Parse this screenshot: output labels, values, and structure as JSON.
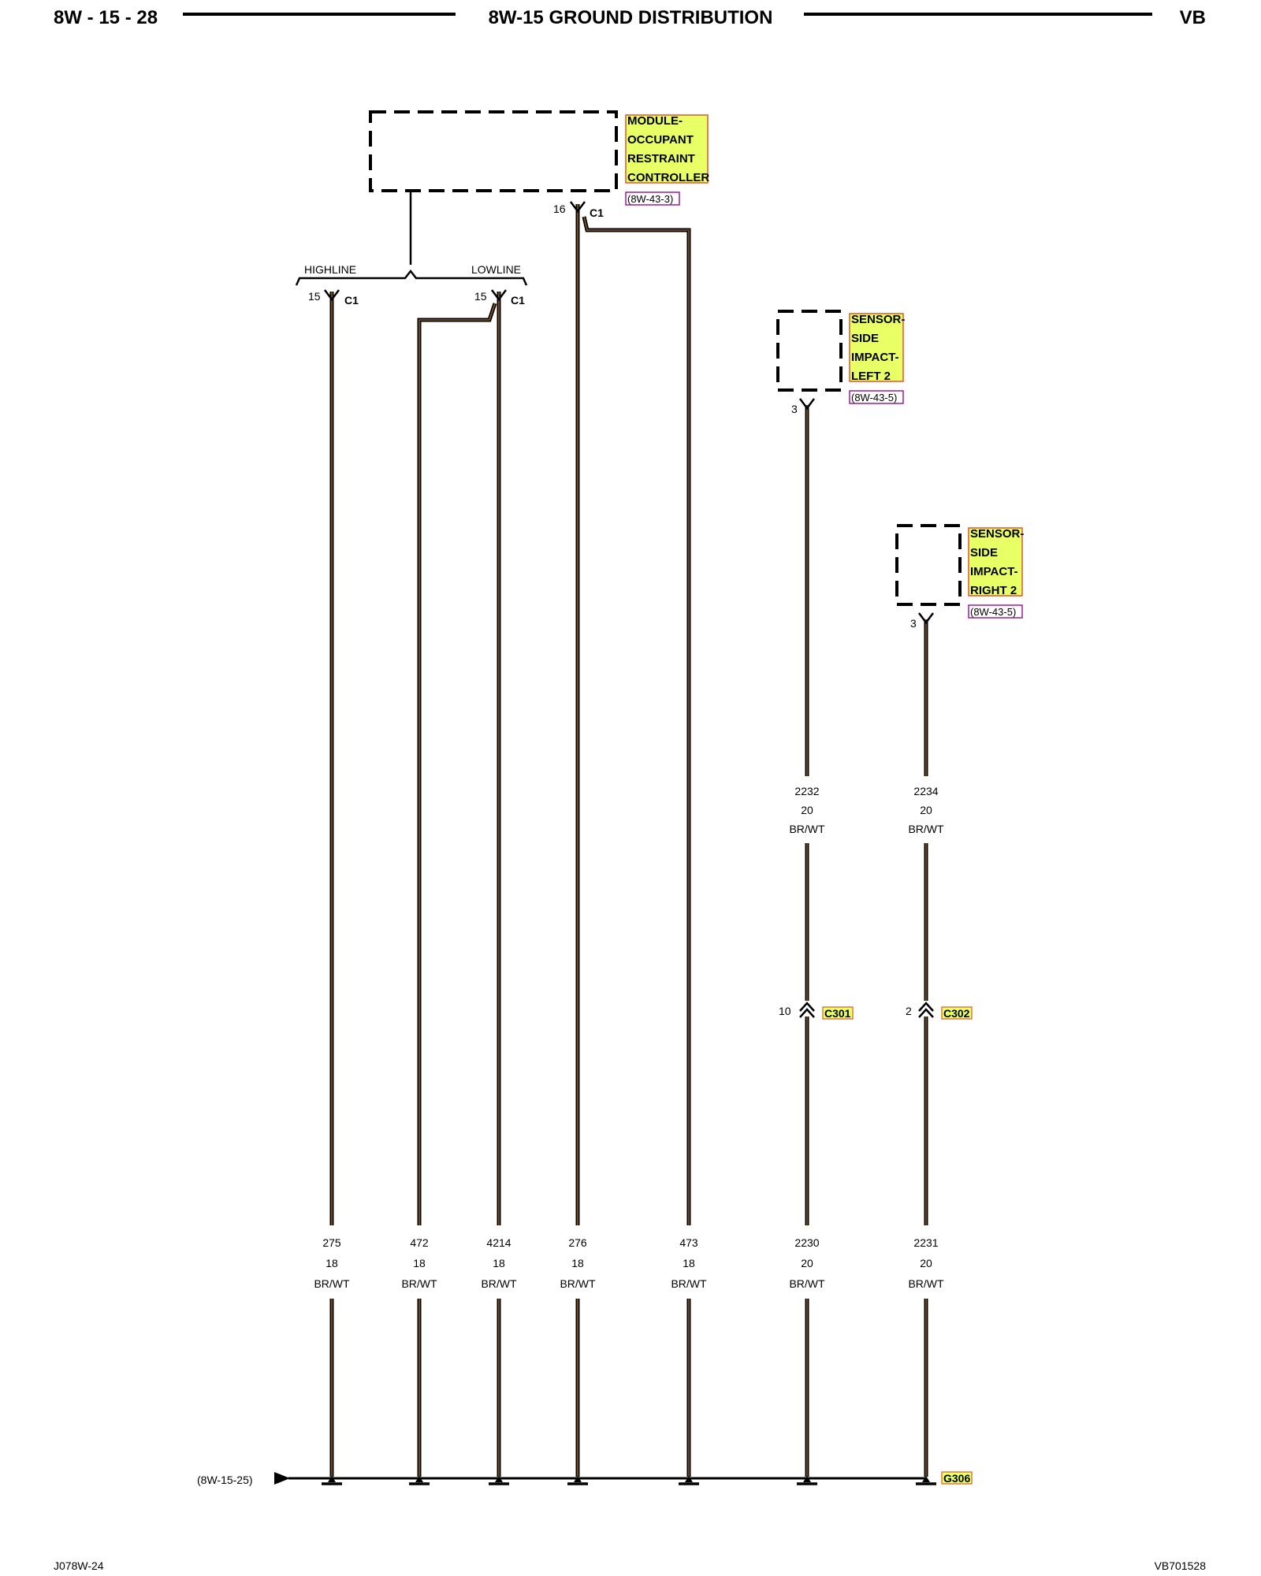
{
  "header": {
    "left": "8W - 15 - 28",
    "title": "8W-15 GROUND DISTRIBUTION",
    "right": "VB"
  },
  "footer": {
    "left": "J078W-24",
    "right": "VB701528"
  },
  "colors": {
    "label_fill": "#e8ff66",
    "label_border": "#e0562a",
    "ref_border": "#9b1b9b",
    "wire_core": "#8b5a1a"
  },
  "components": {
    "orc": {
      "name": [
        "MODULE-",
        "OCCUPANT",
        "RESTRAINT",
        "CONTROLLER"
      ],
      "ref": "(8W-43-3)"
    },
    "sensor_left": {
      "name": [
        "SENSOR-",
        "SIDE",
        "IMPACT-",
        "LEFT 2"
      ],
      "ref": "(8W-43-5)",
      "pin": "3"
    },
    "sensor_right": {
      "name": [
        "SENSOR-",
        "SIDE",
        "IMPACT-",
        "RIGHT 2"
      ],
      "ref": "(8W-43-5)",
      "pin": "3"
    }
  },
  "options": {
    "highline": "HIGHLINE",
    "lowline": "LOWLINE"
  },
  "orc_pins": [
    {
      "pin": "15",
      "connector": "C1"
    },
    {
      "pin": "15",
      "connector": "C1"
    },
    {
      "pin": "16",
      "connector": "C1"
    }
  ],
  "upper_circuits": [
    {
      "circuit": "2232",
      "gauge": "20",
      "color": "BR/WT"
    },
    {
      "circuit": "2234",
      "gauge": "20",
      "color": "BR/WT"
    }
  ],
  "inline_connectors": [
    {
      "pin": "10",
      "name": "C301"
    },
    {
      "pin": "2",
      "name": "C302"
    }
  ],
  "circuits": [
    {
      "circuit": "275",
      "gauge": "18",
      "color": "BR/WT"
    },
    {
      "circuit": "472",
      "gauge": "18",
      "color": "BR/WT"
    },
    {
      "circuit": "4214",
      "gauge": "18",
      "color": "BR/WT"
    },
    {
      "circuit": "276",
      "gauge": "18",
      "color": "BR/WT"
    },
    {
      "circuit": "473",
      "gauge": "18",
      "color": "BR/WT"
    },
    {
      "circuit": "2230",
      "gauge": "20",
      "color": "BR/WT"
    },
    {
      "circuit": "2231",
      "gauge": "20",
      "color": "BR/WT"
    }
  ],
  "ground": {
    "name": "G306",
    "continuation_ref": "(8W-15-25)"
  }
}
